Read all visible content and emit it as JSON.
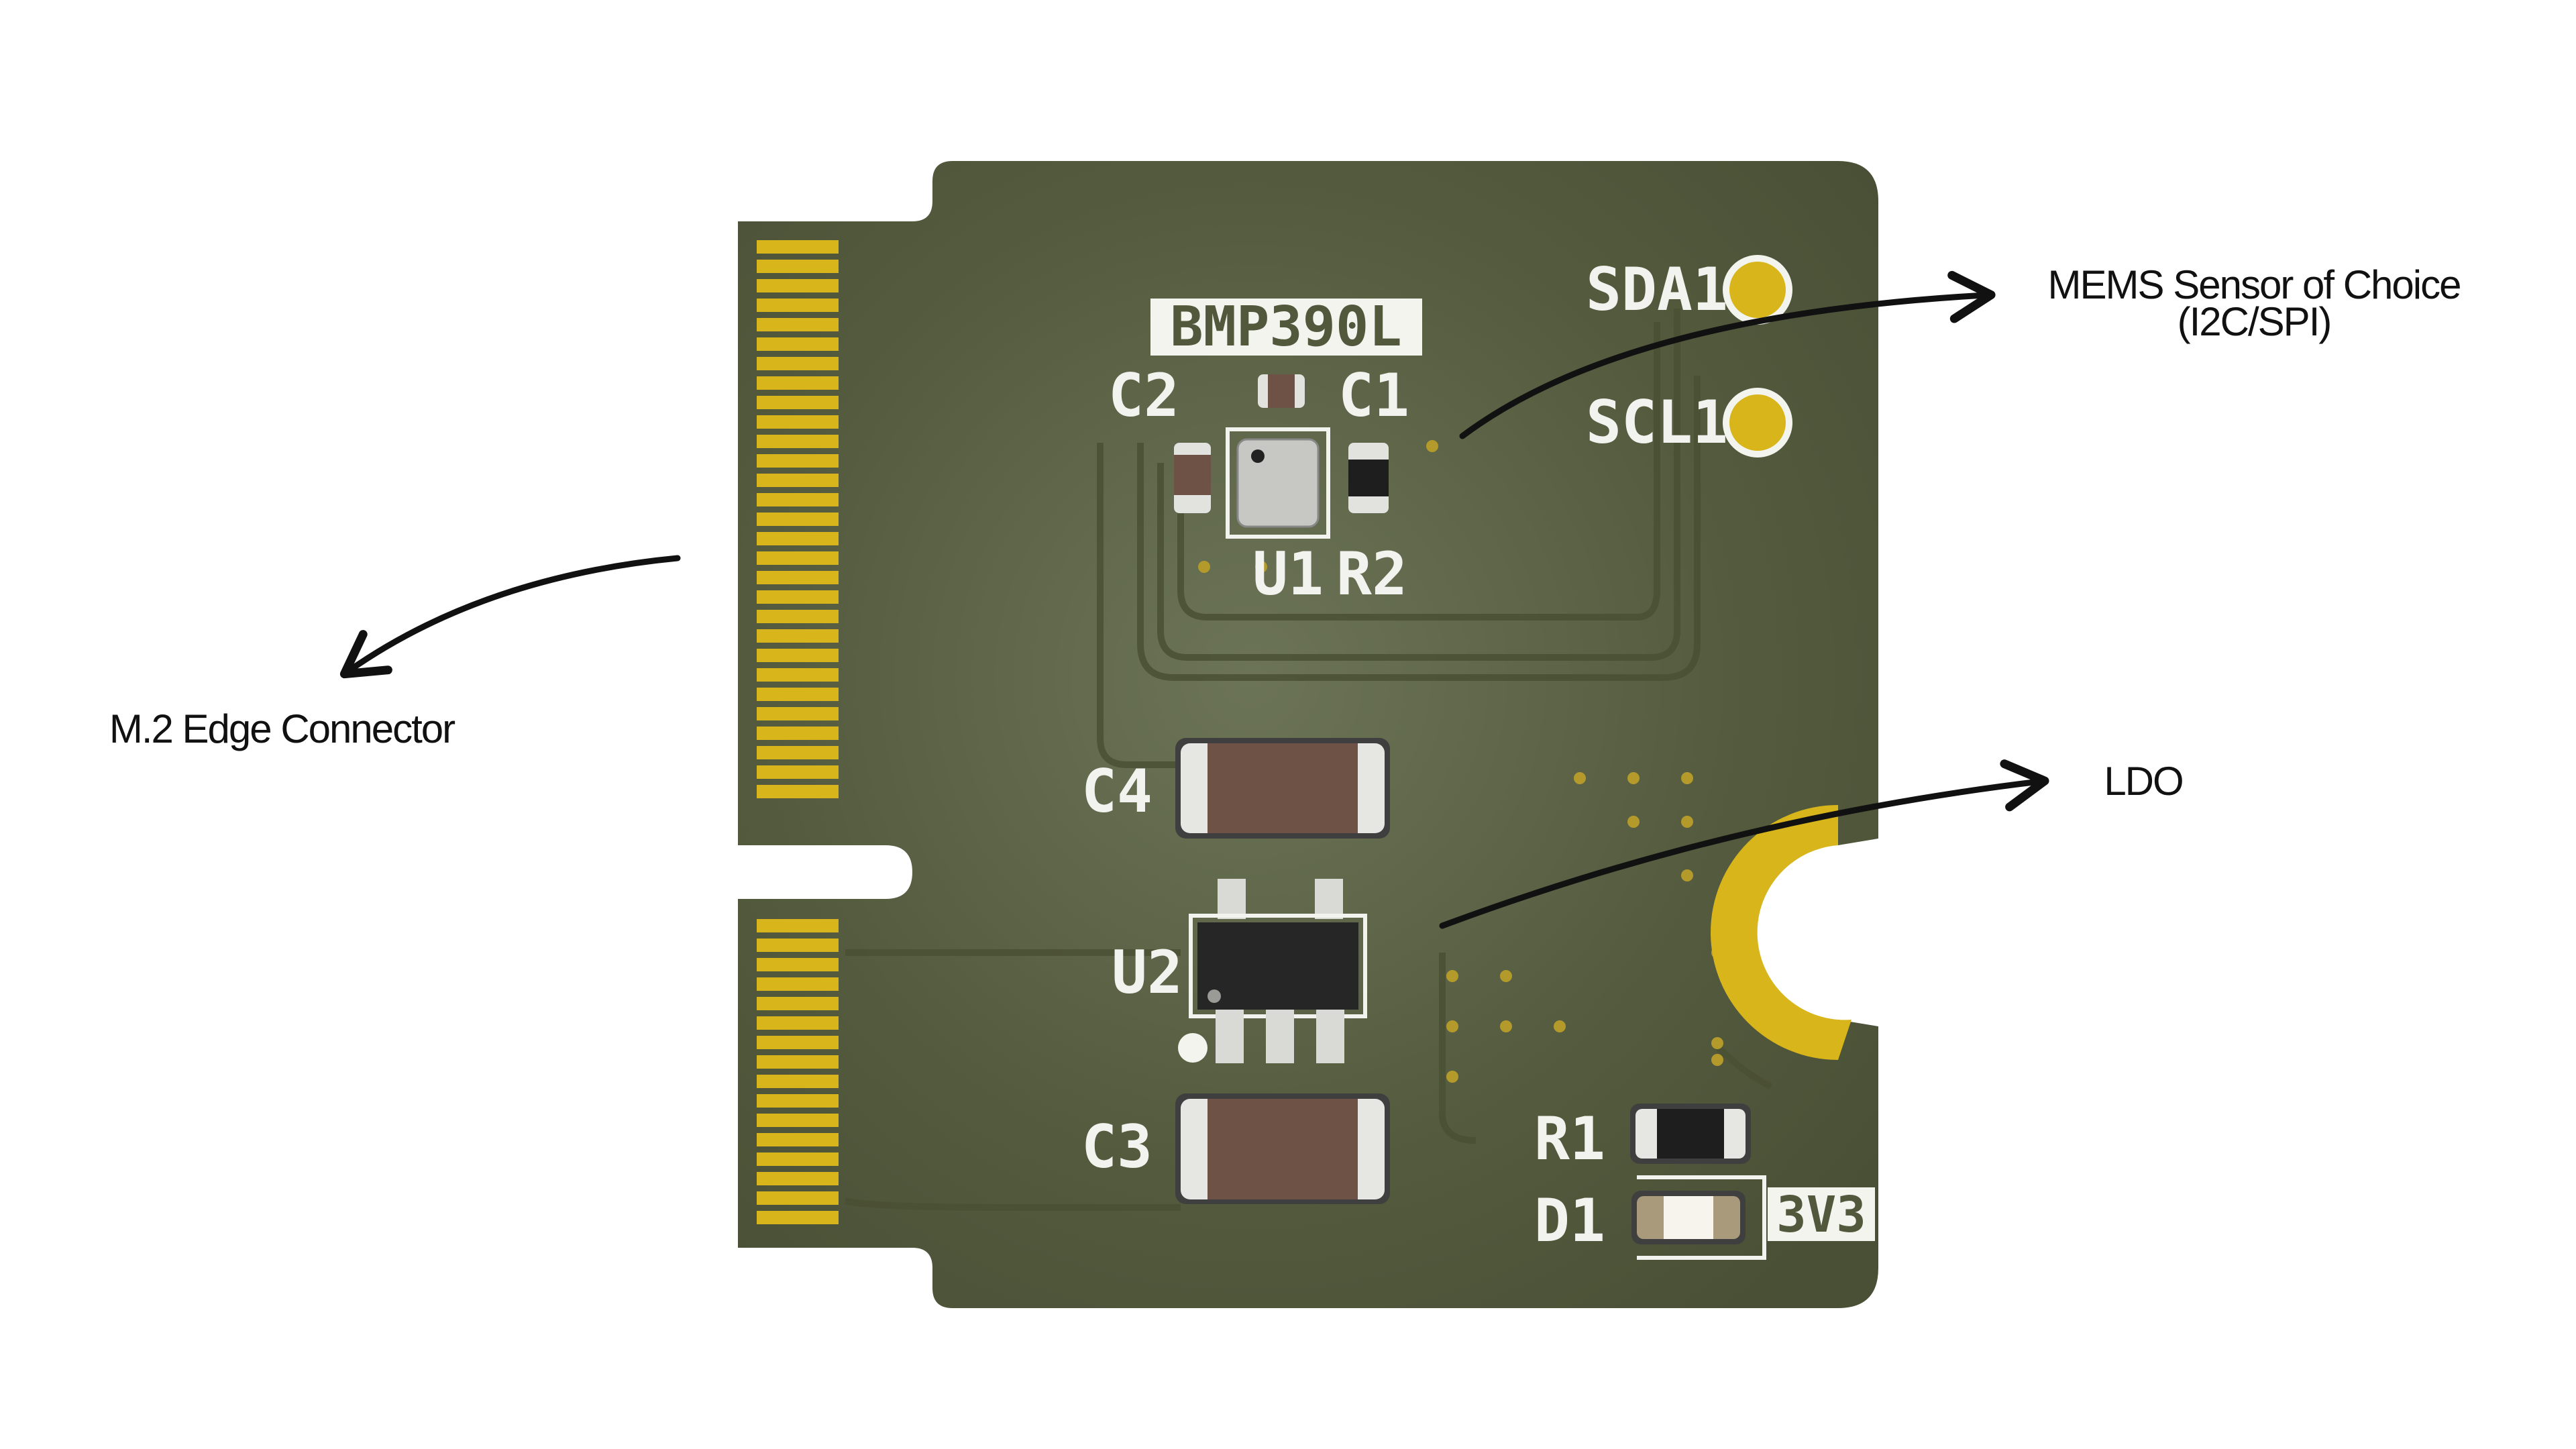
{
  "annotations": {
    "mems_line1": "MEMS Sensor of Choice",
    "mems_line2": "(I2C/SPI)",
    "edge_connector": "M.2 Edge Connector",
    "ldo": "LDO"
  },
  "silkscreen": {
    "sensor_part": "BMP390L",
    "c1": "C1",
    "c2": "C2",
    "c3": "C3",
    "c4": "C4",
    "u1": "U1",
    "u2": "U2",
    "r1": "R1",
    "r2": "R2",
    "d1": "D1",
    "rail": "3V3",
    "sda": "SDA1",
    "scl": "SCL1"
  },
  "colors": {
    "pcb": "#52583c",
    "gold": "#d8b51a",
    "silk": "#f2f2ee",
    "cap_body": "#6e5246",
    "ic_body": "#262626",
    "arrow": "#111111"
  }
}
